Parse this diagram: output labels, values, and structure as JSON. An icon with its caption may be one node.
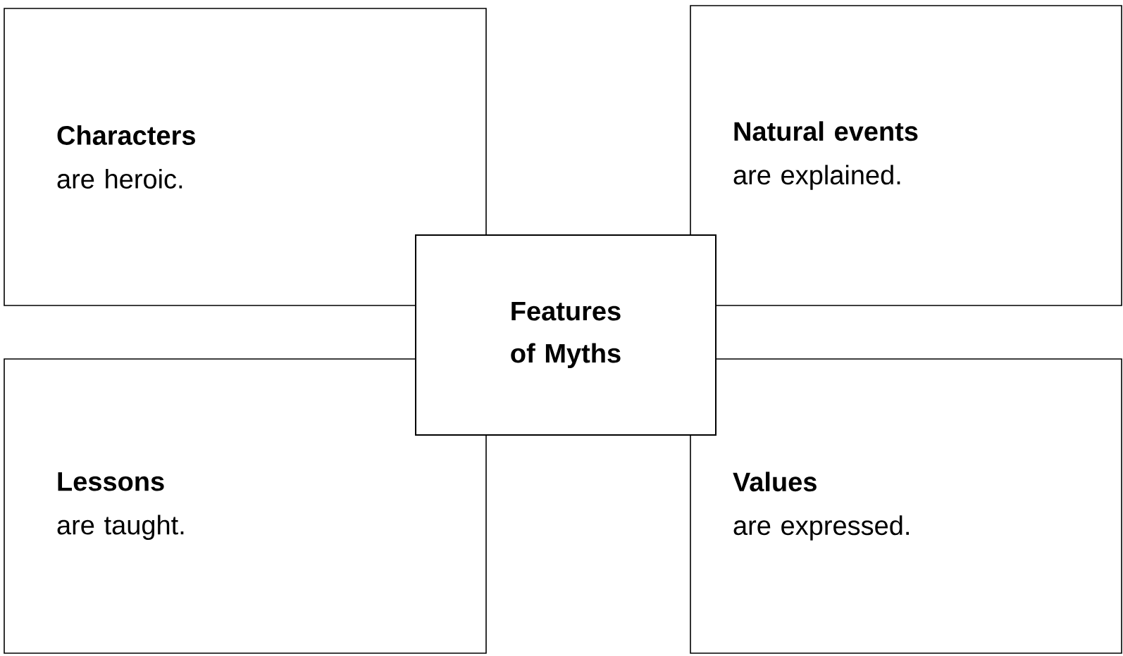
{
  "diagram": {
    "nodes": [
      {
        "text": [
          "Characters",
          "are heroic."
        ]
      },
      {
        "text": [
          "Natural events",
          "are explained."
        ]
      },
      {
        "text": [
          "Lessons",
          "are taught."
        ]
      },
      {
        "text": [
          "Values",
          "are expressed."
        ]
      },
      {
        "text": [
          "Features of Myths"
        ]
      }
    ]
  }
}
